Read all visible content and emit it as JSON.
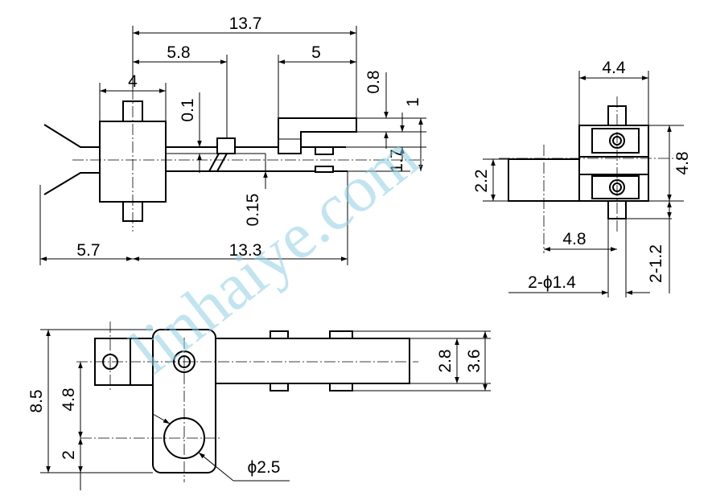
{
  "dimensions": {
    "d_13_7": "13.7",
    "d_5_8": "5.8",
    "d_5": "5",
    "d_4": "4",
    "d_0_1": "0.1",
    "d_0_8": "0.8",
    "d_1": "1",
    "d_1_7": "1.7",
    "d_0_15": "0.15",
    "d_5_7": "5.7",
    "d_13_3": "13.3",
    "d_4_4": "4.4",
    "d_4_8_side": "4.8",
    "d_2_2": "2.2",
    "d_4_8_bottom": "4.8",
    "d_2_1_2": "2-1.2",
    "d_2_phi_1_4": "2-ϕ1.4",
    "d_8_5": "8.5",
    "d_4_8_plan": "4.8",
    "d_2": "2",
    "d_2_8": "2.8",
    "d_3_6": "3.6",
    "d_phi_2_5": "ϕ2.5"
  },
  "watermark": "linhaiye.com",
  "colors": {
    "line": "#000000",
    "watermark": "#8fcfe4",
    "background": "#ffffff"
  }
}
